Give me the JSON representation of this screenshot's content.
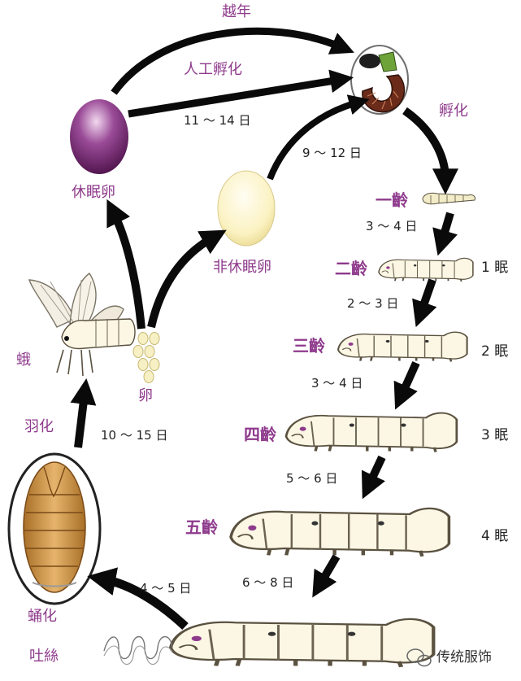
{
  "labels": {
    "overwinter": "越年",
    "artificial_hatch": "人工孵化",
    "artificial_hatch_days": "11 ～ 14 日",
    "hatch": "孵化",
    "nondiapause_days": "9 ～ 12 日",
    "diapause_egg": "休眠卵",
    "nondiapause_egg": "非休眠卵",
    "moth": "蛾",
    "eggs": "卵",
    "eclosion": "羽化",
    "pupa_days": "10 ～ 15 日",
    "pupation": "蛹化",
    "spinning": "吐絲",
    "spinning_days": "4 ～ 5 日",
    "watermark": "传统服饰"
  },
  "stages": [
    {
      "name": "一齡",
      "days": "3 ～ 4 日",
      "sleep": ""
    },
    {
      "name": "二齡",
      "days": "2 ～ 3 日",
      "sleep": "1 眠"
    },
    {
      "name": "三齡",
      "days": "3 ～ 4 日",
      "sleep": "2 眠"
    },
    {
      "name": "四齡",
      "days": "5 ～ 6 日",
      "sleep": "3 眠"
    },
    {
      "name": "五齡",
      "days": "6 ～ 8 日",
      "sleep": "4 眠"
    }
  ],
  "colors": {
    "label_purple": "#8e3a8c",
    "arrow": "#0a0a0a",
    "diapause_egg": "#7a2a76",
    "nondiapause_egg": "#fbf2c2",
    "pupa": "#d9a05a"
  }
}
